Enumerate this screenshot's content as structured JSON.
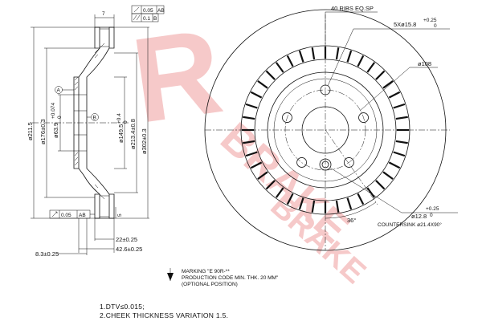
{
  "brand": {
    "logo_letter": "R",
    "logo_text": "BRAKE",
    "watermark_color": "#f6c9c9"
  },
  "side_view": {
    "gdt_flatness": "0.05",
    "gdt_flatness_datum": "AB",
    "gdt_parallel": "0.1",
    "gdt_parallel_datum": "B",
    "top_dim": "7",
    "dim_211": "ø211.5",
    "dim_176": "ø176±0.3",
    "dim_63": "ø63.9",
    "dim_63_tol": "+0.074",
    "dim_63_tol2": "0",
    "dim_149": "ø149.5",
    "dim_149_tol": "+0.4",
    "dim_149_tol2": "0",
    "dim_213": "ø213.4±0.8",
    "dim_302": "ø302±0.3",
    "datum_a": "A",
    "datum_b": "B",
    "gdt_runout": "0.05",
    "gdt_runout_datum": "AB",
    "dim_5": "5",
    "dim_22": "22±0.25",
    "dim_42": "42.6±0.25",
    "dim_8": "8.3±0.25"
  },
  "front_view": {
    "ribs_label": "40 RIBS EQ.SP",
    "holes_label": "5Xø15.8",
    "holes_tol": "+0.25",
    "holes_tol2": "0",
    "pcd_label": "ø108",
    "angle_label": "36°",
    "small_hole_label": "ø12.8",
    "small_hole_tol": "+0.25",
    "small_hole_tol2": "0",
    "countersink_label": "COUNTERSINK ø21.4X90°"
  },
  "marking": {
    "line1": "MARKING \"E  90R-**",
    "line2": "PRODUCTION CODE  MIN. THK. 20 MM\"",
    "line3": "(OPTIONAL POSITION)"
  },
  "notes": [
    "1.DTV≤0.015;",
    "2.CHEEK THICKNESS VARIATION 1.5."
  ]
}
